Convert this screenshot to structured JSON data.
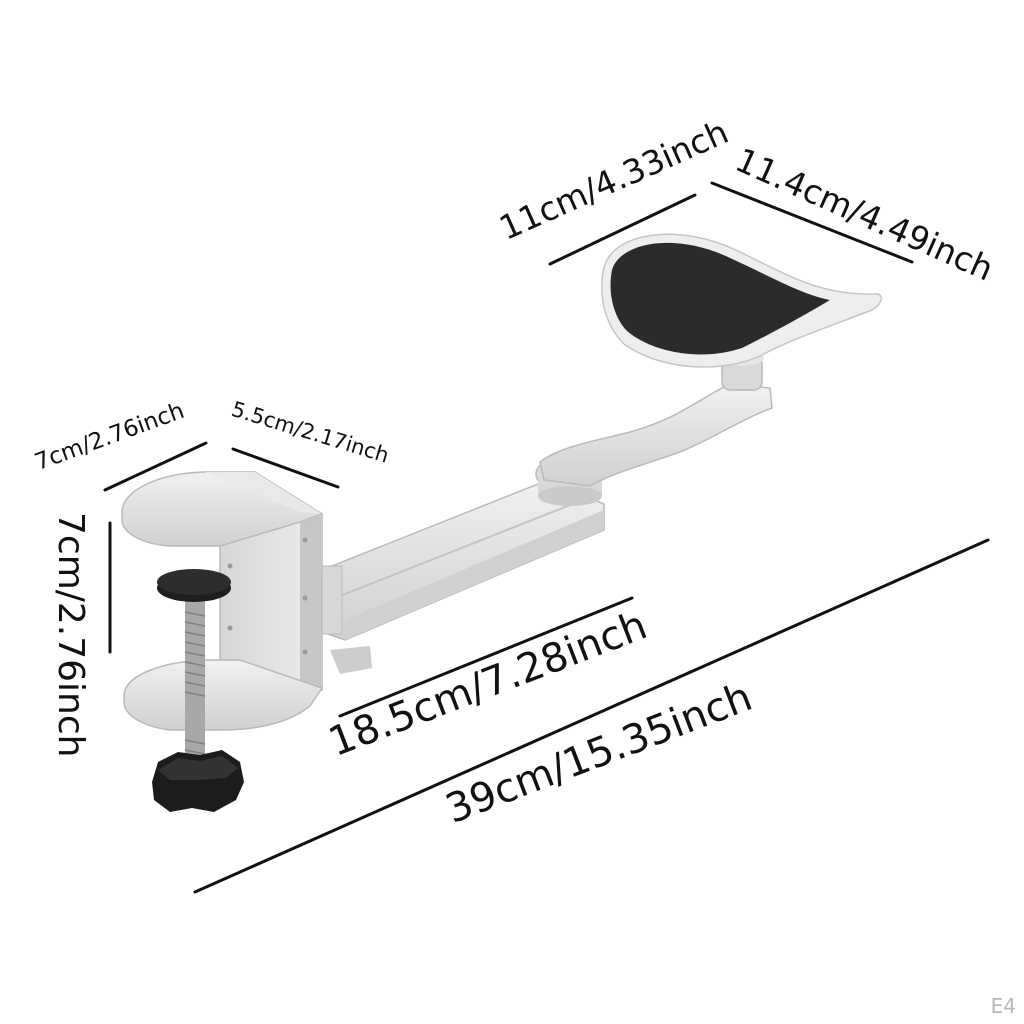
{
  "product": {
    "name": "armrest-mount",
    "colors": {
      "frame": "#e2e2e4",
      "frame_shade": "#c9cacc",
      "pad": "#2b2b2b",
      "knob": "#1c1c1c",
      "dimension_line": "#111111"
    }
  },
  "dimensions": {
    "pad_width": "11cm/4.33inch",
    "pad_length": "11.4cm/4.49inch",
    "clamp_width": "7cm/2.76inch",
    "clamp_depth": "5.5cm/2.17inch",
    "clamp_height": "7cm/2.76inch",
    "arm_length": "18.5cm/7.28inch",
    "total_length": "39cm/15.35inch"
  },
  "watermark": "E4"
}
